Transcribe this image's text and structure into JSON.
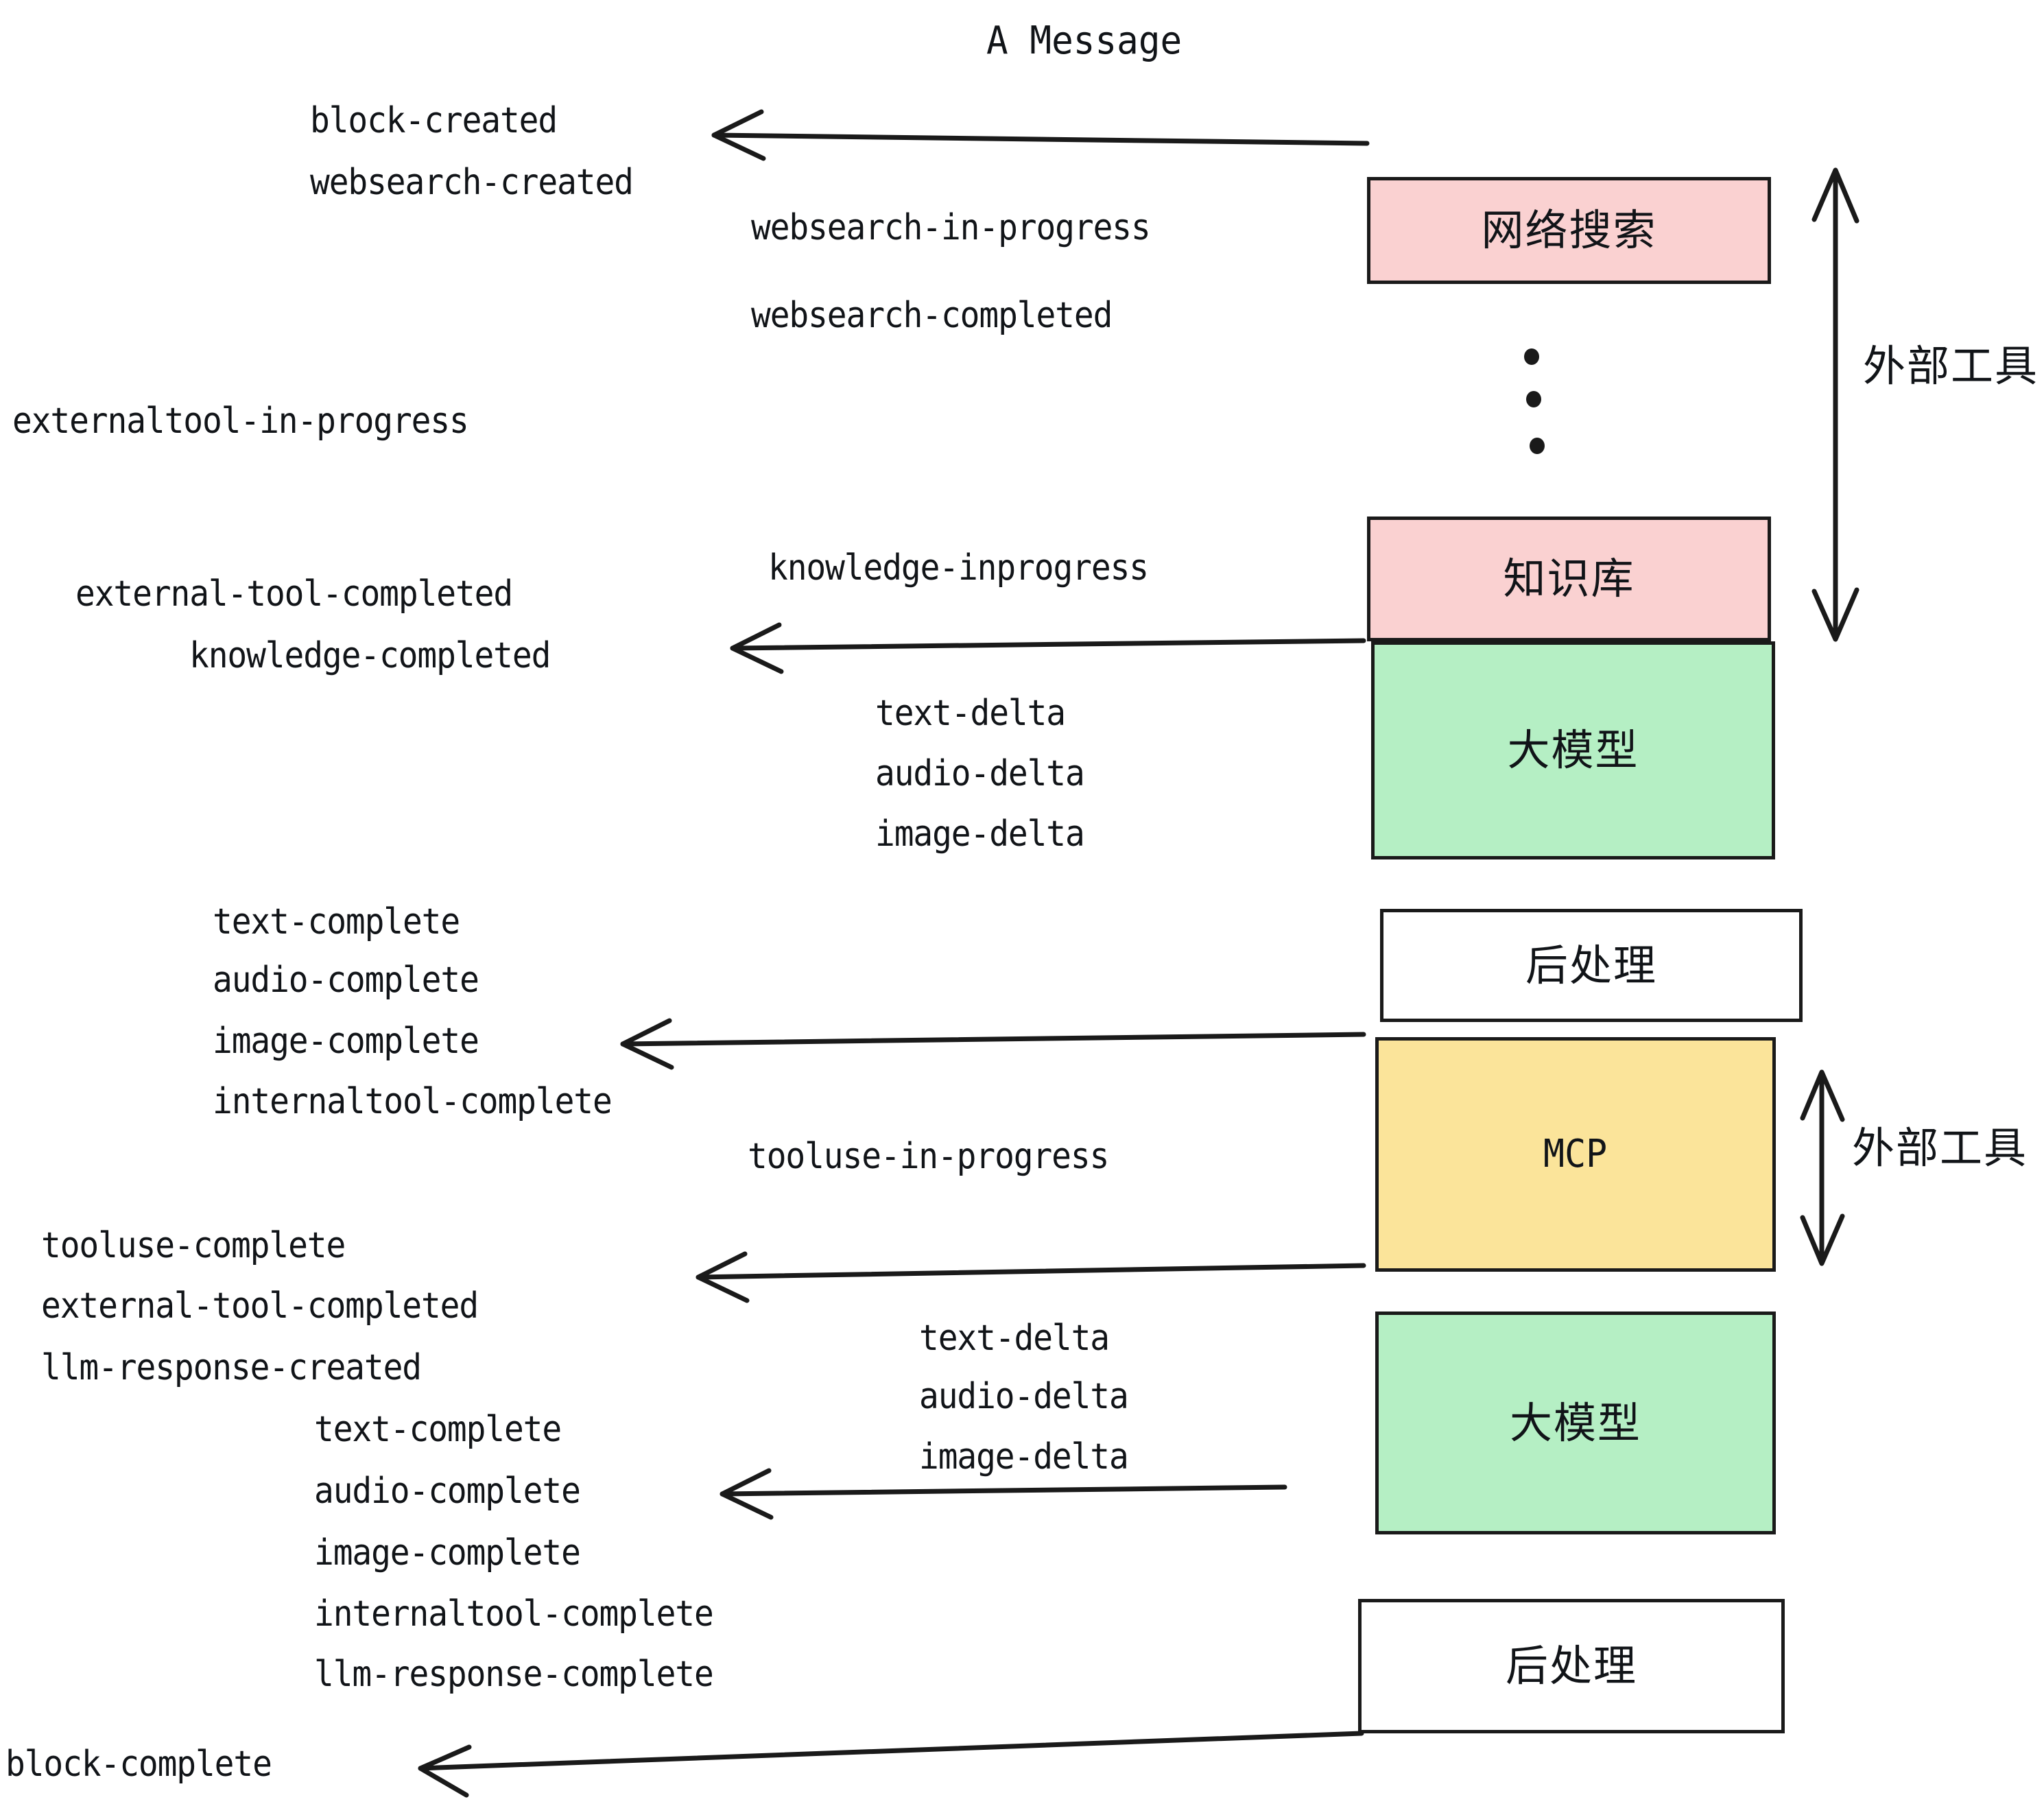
{
  "title": "A Message",
  "nodes": [
    {
      "id": "websearch",
      "label": "网络搜索",
      "color": "#fad1d1",
      "style": "cjk"
    },
    {
      "id": "knowledge",
      "label": "知识库",
      "color": "#fad1d1",
      "style": "cjk"
    },
    {
      "id": "llm-top",
      "label": "大模型",
      "color": "#b5efc4",
      "style": "cjk"
    },
    {
      "id": "postprocess-top",
      "label": "后处理",
      "color": "#ffffff",
      "style": "cjk"
    },
    {
      "id": "mcp",
      "label": "MCP",
      "color": "#fbe49a",
      "style": "mono"
    },
    {
      "id": "llm-bottom",
      "label": "大模型",
      "color": "#b5efc4",
      "style": "cjk"
    },
    {
      "id": "postprocess-bottom",
      "label": "后处理",
      "color": "#ffffff",
      "style": "cjk"
    }
  ],
  "side_labels": [
    {
      "id": "external-tool-top",
      "text": "外部工具"
    },
    {
      "id": "external-tool-bottom",
      "text": "外部工具"
    }
  ],
  "events": [
    {
      "id": "block-created",
      "text": "block-created"
    },
    {
      "id": "websearch-created",
      "text": "websearch-created"
    },
    {
      "id": "websearch-in-progress",
      "text": "websearch-in-progress"
    },
    {
      "id": "websearch-completed",
      "text": "websearch-completed"
    },
    {
      "id": "externaltool-in-progress",
      "text": "externaltool-in-progress"
    },
    {
      "id": "knowledge-inprogress",
      "text": "knowledge-inprogress"
    },
    {
      "id": "external-tool-completed-1",
      "text": "external-tool-completed"
    },
    {
      "id": "knowledge-completed",
      "text": "knowledge-completed"
    },
    {
      "id": "text-delta-1",
      "text": "text-delta"
    },
    {
      "id": "audio-delta-1",
      "text": "audio-delta"
    },
    {
      "id": "image-delta-1",
      "text": "image-delta"
    },
    {
      "id": "text-complete-1",
      "text": "text-complete"
    },
    {
      "id": "audio-complete-1",
      "text": "audio-complete"
    },
    {
      "id": "image-complete-1",
      "text": "image-complete"
    },
    {
      "id": "internaltool-complete-1",
      "text": "internaltool-complete"
    },
    {
      "id": "tooluse-in-progress",
      "text": "tooluse-in-progress"
    },
    {
      "id": "tooluse-complete",
      "text": "tooluse-complete"
    },
    {
      "id": "external-tool-completed-2",
      "text": "external-tool-completed"
    },
    {
      "id": "llm-response-created",
      "text": "llm-response-created"
    },
    {
      "id": "text-delta-2",
      "text": "text-delta"
    },
    {
      "id": "audio-delta-2",
      "text": "audio-delta"
    },
    {
      "id": "image-delta-2",
      "text": "image-delta"
    },
    {
      "id": "text-complete-2",
      "text": "text-complete"
    },
    {
      "id": "audio-complete-2",
      "text": "audio-complete"
    },
    {
      "id": "image-complete-2",
      "text": "image-complete"
    },
    {
      "id": "internaltool-complete-2",
      "text": "internaltool-complete"
    },
    {
      "id": "llm-response-complete",
      "text": "llm-response-complete"
    },
    {
      "id": "block-complete",
      "text": "block-complete"
    }
  ],
  "colors": {
    "pink": "#fad1d1",
    "green": "#b5efc4",
    "yellow": "#fbe49a",
    "white": "#ffffff",
    "stroke": "#1a1a1a",
    "text": "#111418"
  }
}
